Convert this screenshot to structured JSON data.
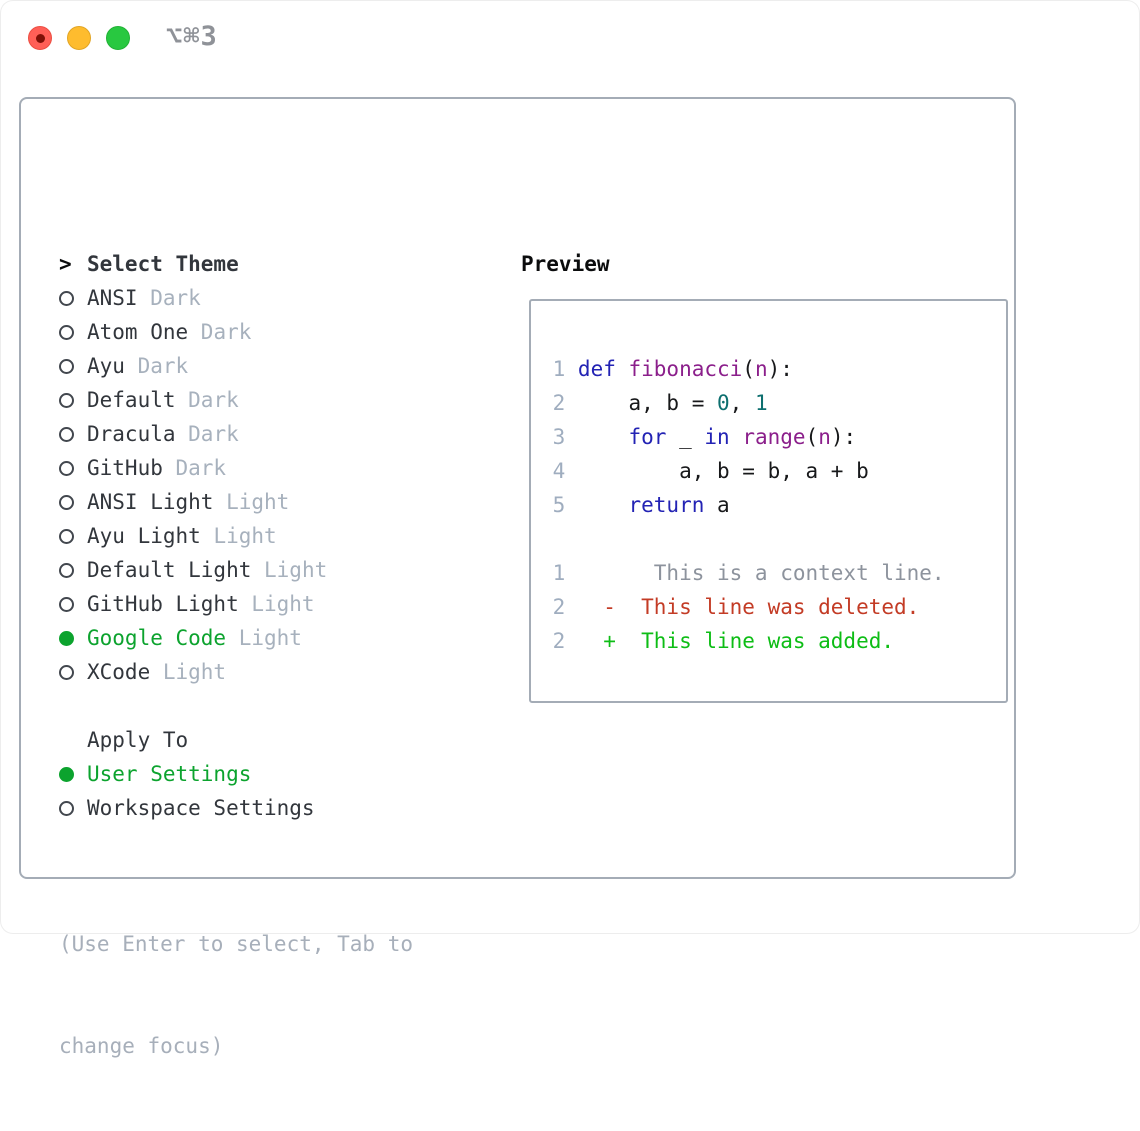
{
  "titlebar": {
    "title": "⌥⌘3",
    "buttons": [
      "close",
      "minimize",
      "zoom"
    ]
  },
  "theme_list": {
    "prompt": ">",
    "header": "Select Theme",
    "items": [
      {
        "name": "ANSI",
        "variant": "Dark",
        "selected": false
      },
      {
        "name": "Atom One",
        "variant": "Dark",
        "selected": false
      },
      {
        "name": "Ayu",
        "variant": "Dark",
        "selected": false
      },
      {
        "name": "Default",
        "variant": "Dark",
        "selected": false
      },
      {
        "name": "Dracula",
        "variant": "Dark",
        "selected": false
      },
      {
        "name": "GitHub",
        "variant": "Dark",
        "selected": false
      },
      {
        "name": "ANSI Light",
        "variant": "Light",
        "selected": false
      },
      {
        "name": "Ayu Light",
        "variant": "Light",
        "selected": false
      },
      {
        "name": "Default Light",
        "variant": "Light",
        "selected": false
      },
      {
        "name": "GitHub Light",
        "variant": "Light",
        "selected": false
      },
      {
        "name": "Google Code",
        "variant": "Light",
        "selected": true
      },
      {
        "name": "XCode",
        "variant": "Light",
        "selected": false
      }
    ]
  },
  "apply_to": {
    "header": "Apply To",
    "options": [
      {
        "label": "User Settings",
        "selected": true
      },
      {
        "label": "Workspace Settings",
        "selected": false
      }
    ]
  },
  "help": {
    "line1": "(Use Enter to select, Tab to",
    "line2": "change focus)"
  },
  "preview": {
    "header": "Preview",
    "code_lines": [
      {
        "num": "1",
        "tokens": [
          [
            "kw",
            "def "
          ],
          [
            "fn",
            "fibonacci"
          ],
          [
            "pln",
            "("
          ],
          [
            "fn",
            "n"
          ],
          [
            "pln",
            "):"
          ]
        ]
      },
      {
        "num": "2",
        "tokens": [
          [
            "pln",
            "    a, b = "
          ],
          [
            "lit",
            "0"
          ],
          [
            "pln",
            ", "
          ],
          [
            "lit",
            "1"
          ]
        ]
      },
      {
        "num": "3",
        "tokens": [
          [
            "pln",
            "    "
          ],
          [
            "kw",
            "for"
          ],
          [
            "pln",
            " _ "
          ],
          [
            "kw",
            "in"
          ],
          [
            "pln",
            " "
          ],
          [
            "fn",
            "range"
          ],
          [
            "pln",
            "("
          ],
          [
            "fn",
            "n"
          ],
          [
            "pln",
            "):"
          ]
        ]
      },
      {
        "num": "4",
        "tokens": [
          [
            "pln",
            "        a, b = b, a + b"
          ]
        ]
      },
      {
        "num": "5",
        "tokens": [
          [
            "pln",
            "    "
          ],
          [
            "kw",
            "return"
          ],
          [
            "pln",
            " a"
          ]
        ]
      }
    ],
    "diff_lines": [
      {
        "num": "1",
        "cls": "ctx",
        "text": "      This is a context line."
      },
      {
        "num": "2",
        "cls": "del",
        "text": "  -  This line was deleted."
      },
      {
        "num": "2",
        "cls": "add",
        "text": "  +  This line was added."
      }
    ]
  },
  "colors": {
    "accent_green": "#0ca32e",
    "diff_added": "#0dbd15",
    "diff_deleted": "#c33b25",
    "diff_context": "#8d939d",
    "syntax_keyword": "#2323b4",
    "syntax_function": "#8b1f8b",
    "syntax_literal": "#0d6f6f",
    "muted_text": "#a7b1bd",
    "line_number": "#9fadbf",
    "panel_border": "#a4acb6",
    "traffic_red": "#ff5f57",
    "traffic_yellow": "#febc2e",
    "traffic_green": "#28c840"
  }
}
